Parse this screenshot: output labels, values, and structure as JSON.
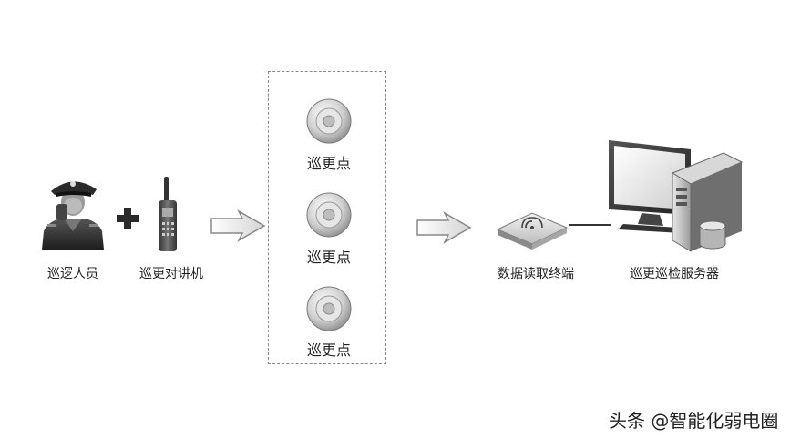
{
  "nodes": {
    "patrol_person": {
      "label": "巡逻人员",
      "icon": "security-guard-icon"
    },
    "plus": {
      "icon": "plus-icon"
    },
    "walkie_talkie": {
      "label": "巡更对讲机",
      "icon": "walkie-talkie-icon"
    },
    "checkpoints": [
      {
        "label": "巡更点",
        "icon": "checkpoint-disc-icon"
      },
      {
        "label": "巡更点",
        "icon": "checkpoint-disc-icon"
      },
      {
        "label": "巡更点",
        "icon": "checkpoint-disc-icon"
      }
    ],
    "reader": {
      "label": "数据读取终端",
      "icon": "reader-terminal-icon"
    },
    "server": {
      "label": "巡更巡检服务器",
      "icon": "server-computer-icon"
    }
  },
  "watermark": "头条 @智能化弱电圈"
}
